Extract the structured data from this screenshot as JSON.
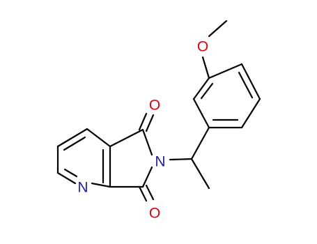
{
  "molecule": {
    "atoms": {
      "o_methoxy": {
        "label": "O",
        "color": "#e0000b"
      },
      "o_carbonyl_top": {
        "label": "O",
        "color": "#e0000b"
      },
      "o_carbonyl_bottom": {
        "label": "O",
        "color": "#e0000b"
      },
      "n_imide": {
        "label": "N",
        "color": "#1f1f9e"
      },
      "n_pyridine": {
        "label": "N",
        "color": "#1f1f9e"
      }
    },
    "bond_color": "#000000"
  }
}
